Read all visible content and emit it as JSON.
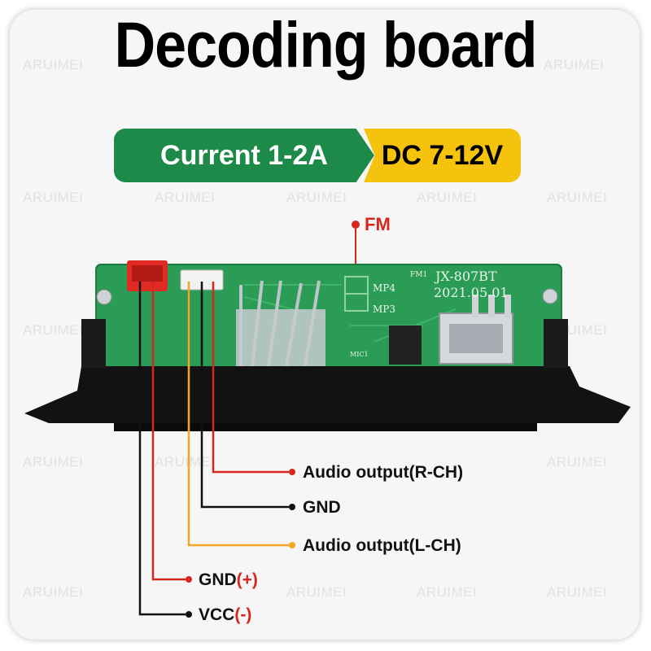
{
  "title": "Decoding board",
  "specs": {
    "current": "Current 1-2A",
    "voltage": "DC 7-12V"
  },
  "board": {
    "model": "JX-807BT",
    "date": "2021.05.01",
    "fm_label": "FM",
    "silkscreen": [
      "MP4",
      "MP3",
      "FM1",
      "MIC1"
    ]
  },
  "watermark": "ARUIMEI",
  "pins": {
    "audio_r": "Audio output(R-CH)",
    "gnd": "GND",
    "audio_l": "Audio output(L-CH)",
    "power_gnd": "GND",
    "power_gnd_sign": "(+)",
    "vcc": "VCC",
    "vcc_sign": "(-)"
  },
  "colors": {
    "green": "#1e8a4a",
    "yellow": "#f5c20e",
    "red_wire": "#d7261e",
    "orange_wire": "#f5a623",
    "black_wire": "#111111"
  }
}
